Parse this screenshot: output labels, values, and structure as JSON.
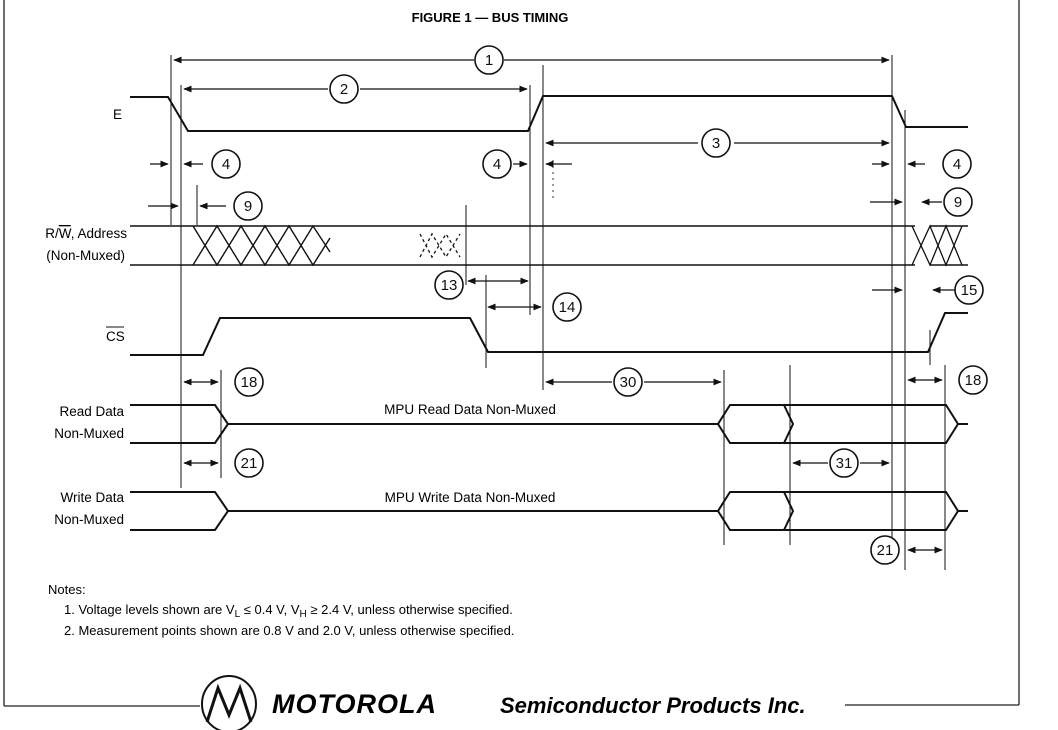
{
  "title": "FIGURE 1 — BUS TIMING",
  "signals": {
    "e": "E",
    "rw": "R/",
    "rw_bar": "W",
    "rw_suffix": ", Address",
    "non_muxed_paren": "(Non-Muxed)",
    "cs": "CS",
    "read_data": "Read Data",
    "write_data": "Write Data",
    "non_muxed": "Non-Muxed"
  },
  "bus_labels": {
    "read": "MPU Read Data Non-Muxed",
    "write": "MPU Write Data Non-Muxed"
  },
  "markers": {
    "m1": "1",
    "m2": "2",
    "m3": "3",
    "m4": "4",
    "m9": "9",
    "m13": "13",
    "m14": "14",
    "m15": "15",
    "m18": "18",
    "m21": "21",
    "m30": "30",
    "m31": "31"
  },
  "notes": {
    "header": "Notes:",
    "n1_pre": "1. Voltage levels shown are V",
    "n1_sub1": "L",
    "n1_mid": " ≤ 0.4 V, V",
    "n1_sub2": "H",
    "n1_post": " ≥ 2.4 V, unless otherwise specified.",
    "n2": "2. Measurement points shown are 0.8 V and 2.0 V, unless otherwise specified."
  },
  "footer": {
    "brand": "MOTOROLA",
    "division": "Semiconductor Products Inc."
  }
}
